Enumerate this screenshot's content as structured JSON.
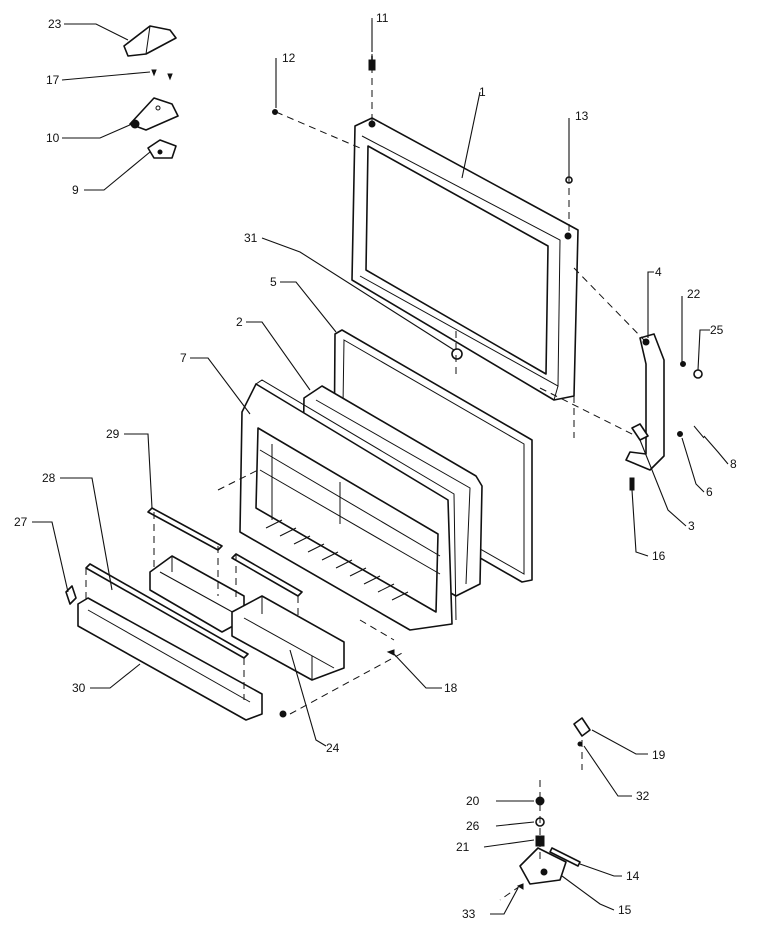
{
  "diagram": {
    "labels": {
      "p1": "1",
      "p2": "2",
      "p3": "3",
      "p4": "4",
      "p5": "5",
      "p6": "6",
      "p7": "7",
      "p8": "8",
      "p9": "9",
      "p10": "10",
      "p11": "11",
      "p12": "12",
      "p13": "13",
      "p14": "14",
      "p15": "15",
      "p16": "16",
      "p17": "17",
      "p18": "18",
      "p19": "19",
      "p20": "20",
      "p21": "21",
      "p22": "22",
      "p23": "23",
      "p24": "24",
      "p25": "25",
      "p26": "26",
      "p27": "27",
      "p28": "28",
      "p29": "29",
      "p30": "30",
      "p31": "31",
      "p32": "32",
      "p33": "33"
    }
  }
}
